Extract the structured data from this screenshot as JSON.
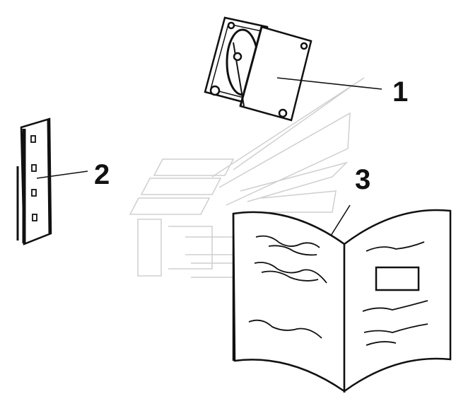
{
  "callouts": [
    {
      "id": "1",
      "label": "1"
    },
    {
      "id": "2",
      "label": "2"
    },
    {
      "id": "3",
      "label": "3"
    }
  ],
  "colors": {
    "line": "#111111",
    "watermark": "#cfcfcf",
    "background": "#ffffff"
  }
}
